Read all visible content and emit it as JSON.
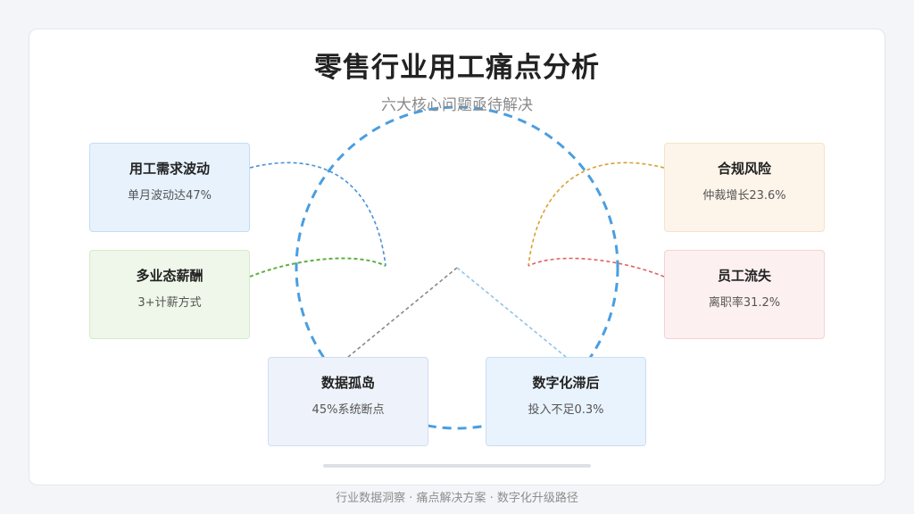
{
  "title": "零售行业用工痛点分析",
  "subtitle": "六大核心问题亟待解决",
  "footer": "行业数据洞察 · 痛点解决方案 · 数字化升级路径",
  "colors": {
    "circle": "#4a9ee0",
    "demand": "#4a90d9",
    "pay": "#5cb040",
    "comply": "#d9a030",
    "turnover": "#e06060",
    "data": "#888888",
    "digital": "#90c4ea"
  },
  "boxes": {
    "demand": {
      "title": "用工需求波动",
      "sub": "单月波动达47%"
    },
    "pay": {
      "title": "多业态薪酬",
      "sub": "3+计薪方式"
    },
    "data": {
      "title": "数据孤岛",
      "sub": "45%系统断点"
    },
    "digital": {
      "title": "数字化滞后",
      "sub": "投入不足0.3%"
    },
    "comply": {
      "title": "合规风险",
      "sub": "仲裁增长23.6%"
    },
    "turnover": {
      "title": "员工流失",
      "sub": "离职率31.2%"
    }
  }
}
